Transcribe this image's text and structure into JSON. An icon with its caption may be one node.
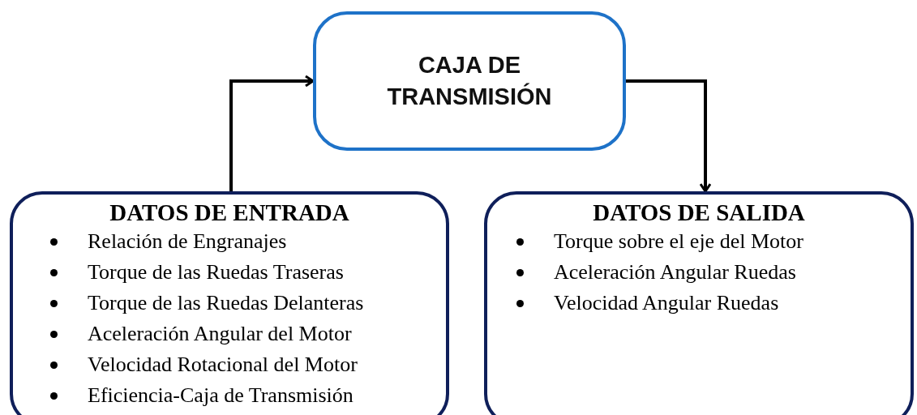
{
  "diagram": {
    "nodes": [
      {
        "text": [
          "CAJA DE TRANSMISIÓN"
        ]
      },
      {
        "text": [
          "DATOS DE ENTRADA",
          "Relación de Engranajes",
          "Torque de las Ruedas Traseras",
          "Torque de las Ruedas Delanteras",
          "Aceleración Angular del Motor",
          "Velocidad Rotacional del Motor",
          "Eficiencia-Caja de Transmisión"
        ]
      },
      {
        "text": [
          "DATOS DE SALIDA",
          "Torque sobre el eje del Motor",
          "Aceleración Angular Ruedas",
          "Velocidad Angular Ruedas"
        ]
      }
    ],
    "edges": [
      {
        "from": 1,
        "to": 0,
        "arrow": "to"
      },
      {
        "from": 0,
        "to": 2,
        "arrow": "to"
      }
    ]
  }
}
